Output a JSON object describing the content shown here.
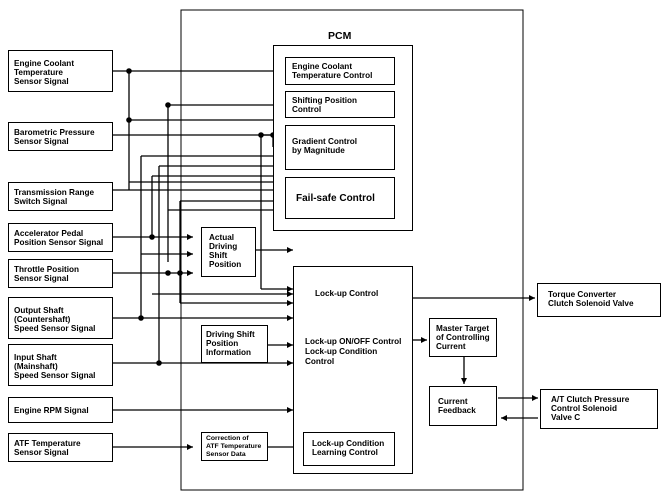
{
  "pcm_title": "PCM",
  "inputs": [
    {
      "id": "ect",
      "lines": [
        "Engine Coolant",
        "Temperature",
        "Sensor Signal"
      ]
    },
    {
      "id": "baro",
      "lines": [
        "Barometric Pressure",
        "Sensor Signal"
      ]
    },
    {
      "id": "trs",
      "lines": [
        "Transmission Range",
        "Switch Signal"
      ]
    },
    {
      "id": "app",
      "lines": [
        "Accelerator Pedal",
        "Position Sensor Signal"
      ]
    },
    {
      "id": "tps",
      "lines": [
        "Throttle Position",
        "Sensor Signal"
      ]
    },
    {
      "id": "oss",
      "lines": [
        "Output Shaft",
        "(Countershaft)",
        "Speed Sensor Signal"
      ]
    },
    {
      "id": "iss",
      "lines": [
        "Input Shaft",
        "(Mainshaft)",
        "Speed Sensor Signal"
      ]
    },
    {
      "id": "rpm",
      "lines": [
        "Engine RPM Signal"
      ]
    },
    {
      "id": "atf",
      "lines": [
        "ATF Temperature",
        "Sensor Signal"
      ]
    }
  ],
  "controls": {
    "ect_control": [
      "Engine Coolant",
      "Temperature Control"
    ],
    "shift_position": [
      "Shifting Position",
      "Control"
    ],
    "gradient": [
      "Gradient Control",
      "by Magnitude"
    ],
    "failsafe": [
      "Fail-safe Control"
    ],
    "actual_shift": [
      "Actual",
      "Driving",
      "Shift",
      "Position"
    ],
    "driving_shift_info": [
      "Driving Shift",
      "Position",
      "Information"
    ],
    "atf_correction": [
      "Correction of",
      "ATF Temperature",
      "Sensor Data"
    ],
    "lockup_control": [
      "Lock-up Control"
    ],
    "lockup_onoff": [
      "Lock-up ON/OFF Control"
    ],
    "lockup_condition": [
      "Lock-up Condition",
      "Control"
    ],
    "lockup_learning": [
      "Lock-up Condition",
      "Learning Control"
    ],
    "master_target": [
      "Master Target",
      "of Controlling",
      "Current"
    ],
    "current_feedback": [
      "Current",
      "Feedback"
    ]
  },
  "outputs": {
    "torque_converter": [
      "Torque Converter",
      "Clutch Solenoid Valve"
    ],
    "at_clutch": [
      "A/T Clutch Pressure",
      "Control Solenoid",
      "Valve C"
    ]
  }
}
